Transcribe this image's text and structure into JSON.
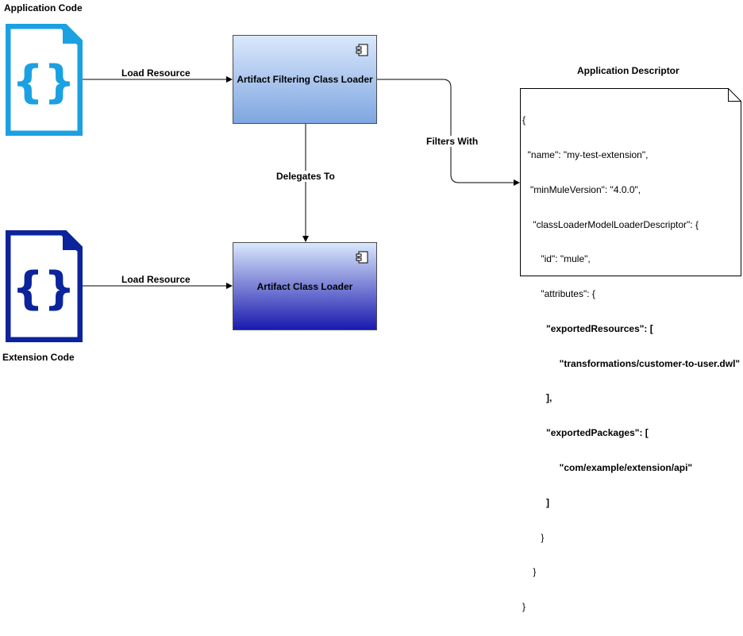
{
  "labels": {
    "application_code": "Application Code",
    "extension_code": "Extension Code",
    "application_descriptor": "Application Descriptor"
  },
  "nodes": {
    "afcl": "Artifact Filtering Class Loader",
    "acl": "Artifact Class Loader"
  },
  "edges": {
    "load_resource_top": "Load Resource",
    "load_resource_bottom": "Load Resource",
    "delegates_to": "Delegates To",
    "filters_with": "Filters With"
  },
  "descriptor_lines": [
    "{",
    "  \"name\": \"my-test-extension\",",
    "   \"minMuleVersion\": \"4.0.0\",",
    "    \"classLoaderModelLoaderDescriptor\": {",
    "       \"id\": \"mule\",",
    "       \"attributes\": {",
    "         \"exportedResources\": [",
    "              \"transformations/customer-to-user.dwl\"",
    "         ],",
    "         \"exportedPackages\": [",
    "              \"com/example/extension/api\"",
    "         ]",
    "       }",
    "    }",
    "}"
  ],
  "colors": {
    "app_code_icon": "#1ba1e2",
    "ext_code_icon": "#0b239b",
    "afcl_gradient_top": "#dae8fc",
    "afcl_gradient_bottom": "#7ea6e0",
    "acl_gradient_top": "#dae8fc",
    "acl_gradient_bottom": "#1a1aaf"
  },
  "icons": {
    "app_code": "code-file-icon",
    "ext_code": "code-file-icon",
    "component": "component-icon",
    "descriptor": "note-icon"
  }
}
